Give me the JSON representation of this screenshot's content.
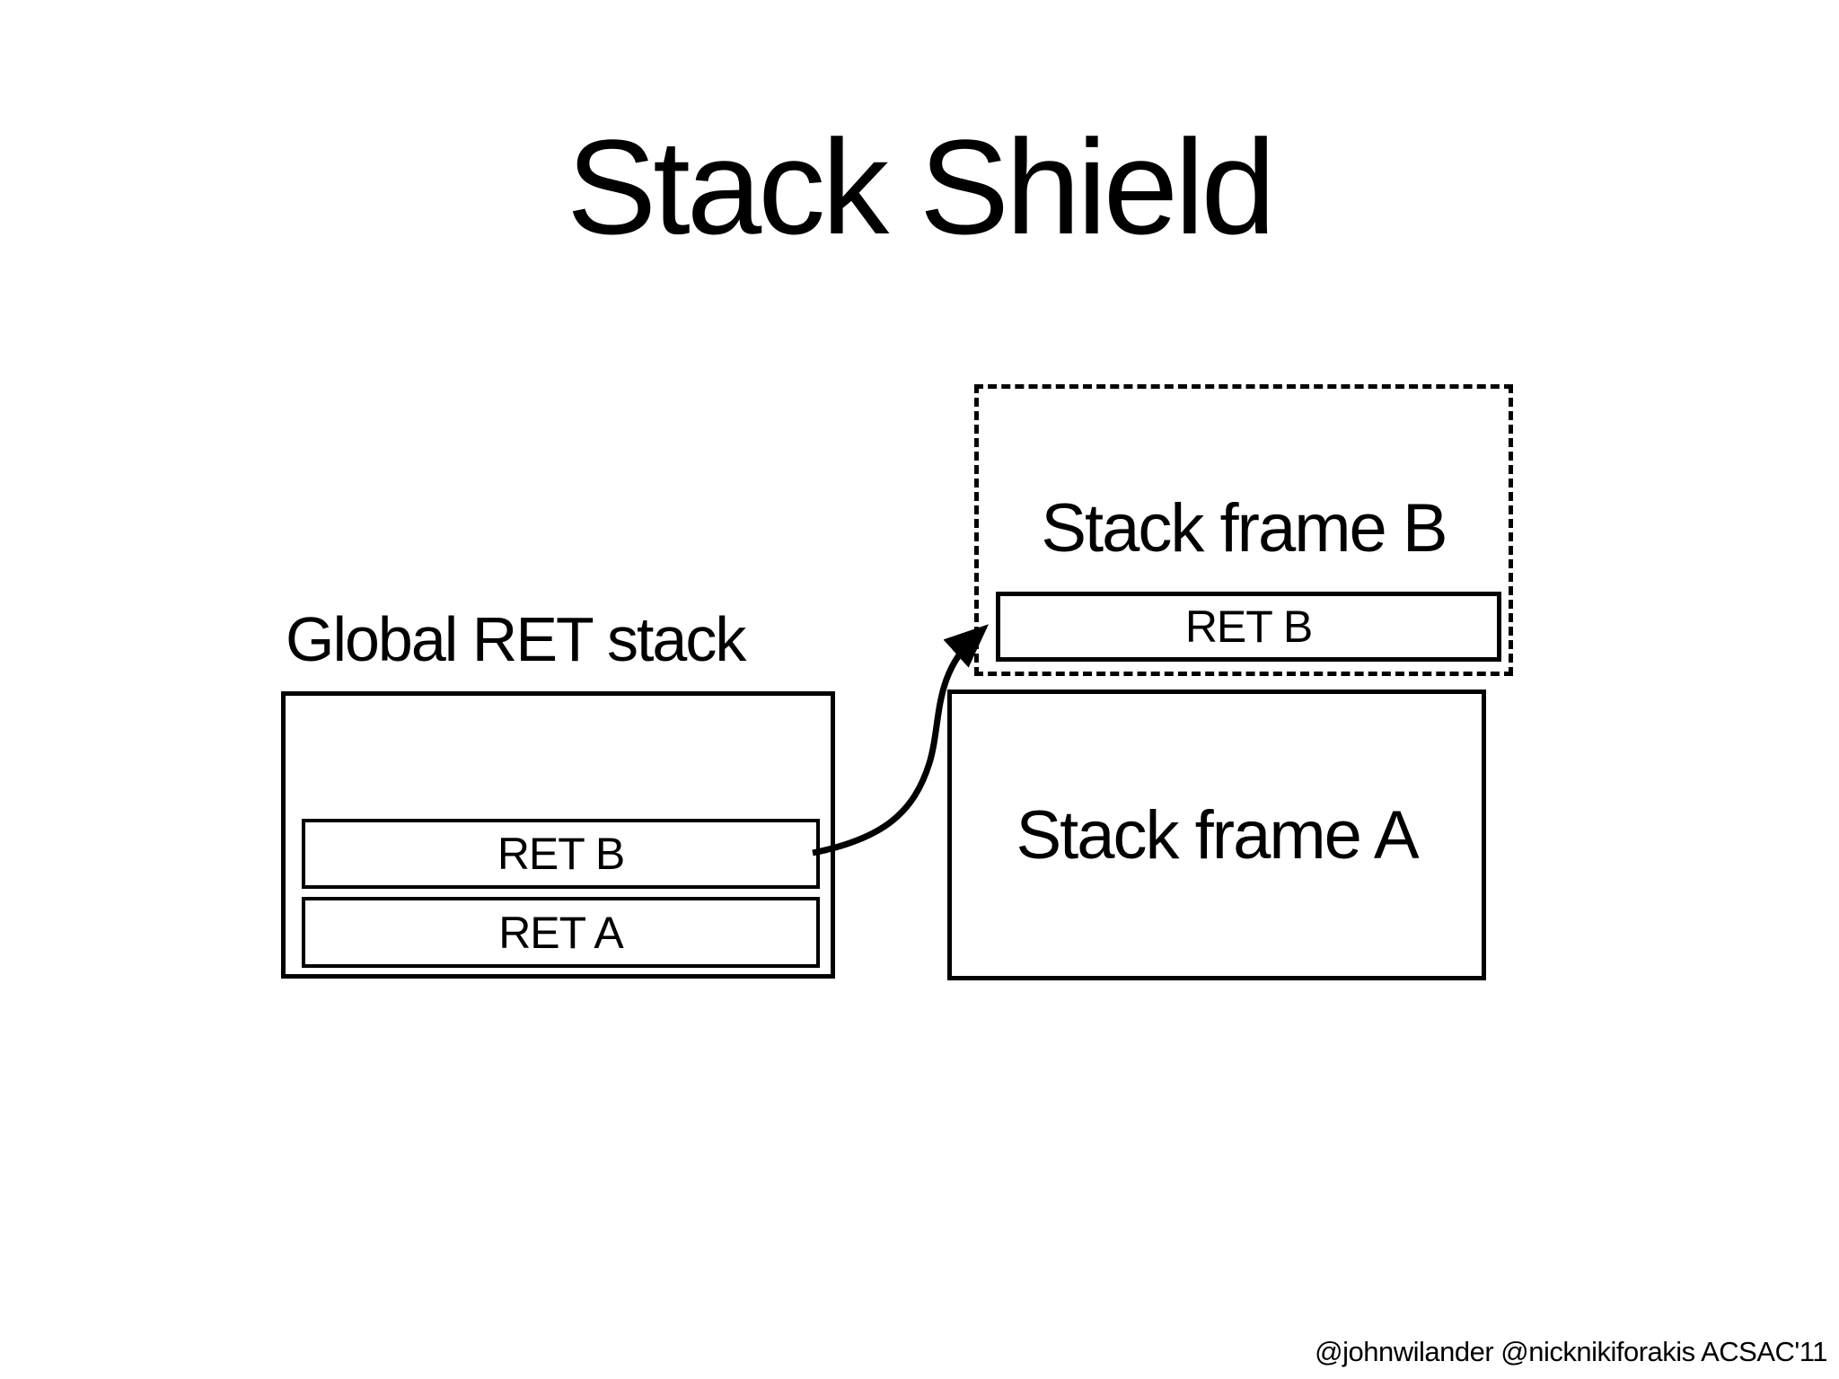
{
  "slide": {
    "title": "Stack Shield",
    "footer": "@johnwilander @nicknikiforakis ACSAC'11"
  },
  "global_ret_stack": {
    "label": "Global RET stack",
    "entries": [
      {
        "label": "RET B"
      },
      {
        "label": "RET A"
      }
    ]
  },
  "stack_frame_b": {
    "label": "Stack frame B",
    "ret": {
      "label": "RET B"
    }
  },
  "stack_frame_a": {
    "label": "Stack frame A"
  },
  "colors": {
    "foreground": "#000000",
    "background": "#ffffff"
  }
}
